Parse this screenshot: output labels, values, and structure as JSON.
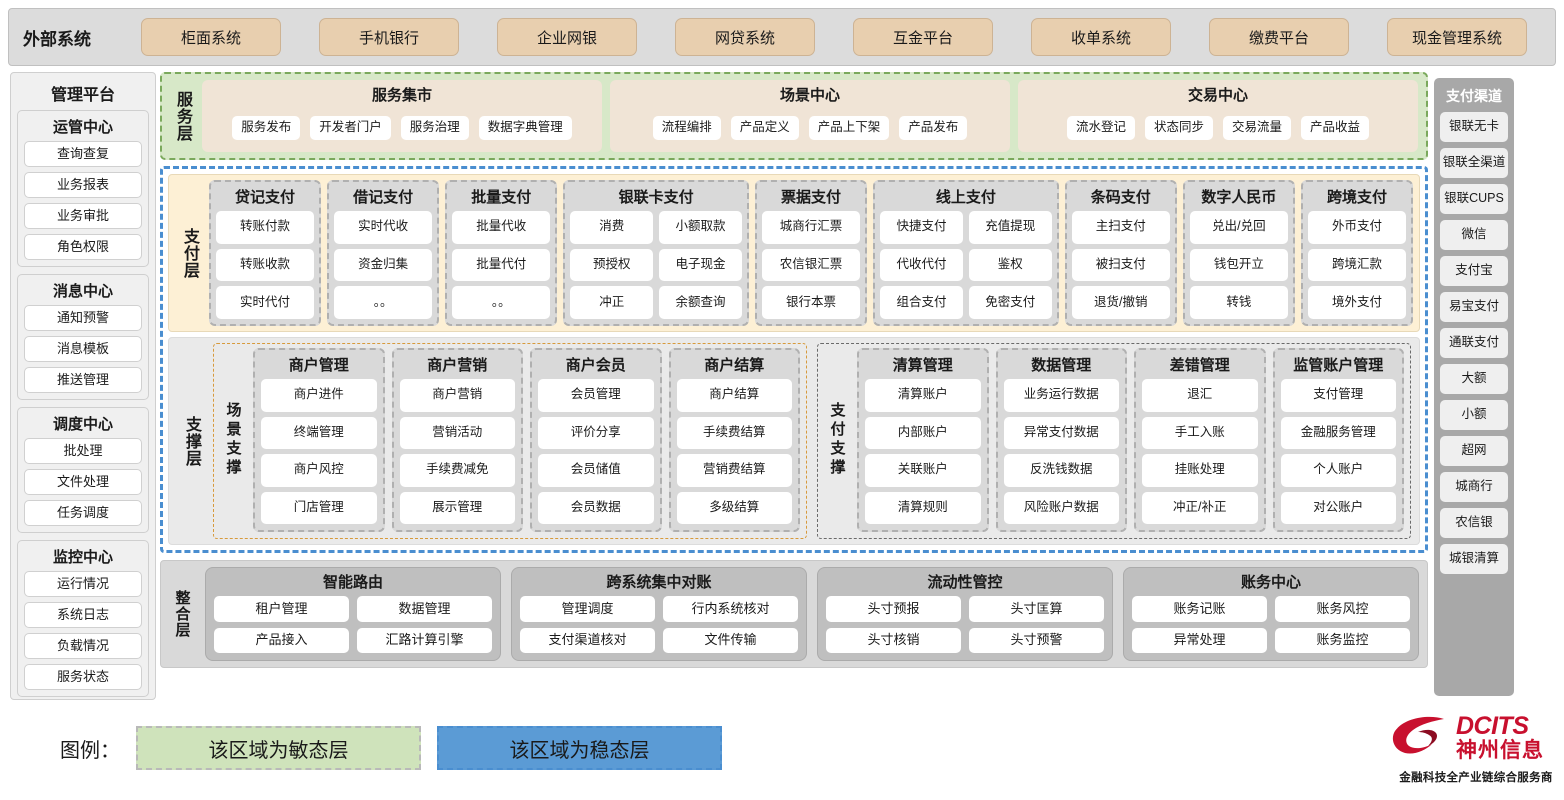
{
  "external": {
    "title": "外部系统",
    "items": [
      "柜面系统",
      "手机银行",
      "企业网银",
      "网贷系统",
      "互金平台",
      "收单系统",
      "缴费平台",
      "现金管理系统"
    ]
  },
  "left_panel": {
    "title": "管理平台",
    "groups": [
      {
        "title": "运管中心",
        "items": [
          "查询查复",
          "业务报表",
          "业务审批",
          "角色权限"
        ]
      },
      {
        "title": "消息中心",
        "items": [
          "通知预警",
          "消息模板",
          "推送管理"
        ]
      },
      {
        "title": "调度中心",
        "items": [
          "批处理",
          "文件处理",
          "任务调度"
        ]
      },
      {
        "title": "监控中心",
        "items": [
          "运行情况",
          "系统日志",
          "负载情况",
          "服务状态"
        ]
      }
    ]
  },
  "right_panel": {
    "title": "支付渠道",
    "items": [
      "银联无卡",
      "银联全渠道",
      "银联CUPS",
      "微信",
      "支付宝",
      "易宝支付",
      "通联支付",
      "大额",
      "小额",
      "超网",
      "城商行",
      "农信银",
      "城银清算"
    ]
  },
  "service_layer": {
    "label": "服务层",
    "groups": [
      {
        "title": "服务集市",
        "items": [
          "服务发布",
          "开发者门户",
          "服务治理",
          "数据字典管理"
        ]
      },
      {
        "title": "场景中心",
        "items": [
          "流程编排",
          "产品定义",
          "产品上下架",
          "产品发布"
        ]
      },
      {
        "title": "交易中心",
        "items": [
          "流水登记",
          "状态同步",
          "交易流量",
          "产品收益"
        ]
      }
    ]
  },
  "payment_layer": {
    "label": "支付层",
    "groups": [
      {
        "title": "贷记支付",
        "cols": 1,
        "rows": [
          [
            "转账付款"
          ],
          [
            "转账收款"
          ],
          [
            "实时代付"
          ]
        ]
      },
      {
        "title": "借记支付",
        "cols": 1,
        "rows": [
          [
            "实时代收"
          ],
          [
            "资金归集"
          ],
          [
            "。。"
          ]
        ]
      },
      {
        "title": "批量支付",
        "cols": 1,
        "rows": [
          [
            "批量代收"
          ],
          [
            "批量代付"
          ],
          [
            "。。"
          ]
        ]
      },
      {
        "title": "银联卡支付",
        "cols": 2,
        "rows": [
          [
            "消费",
            "小额取款"
          ],
          [
            "预授权",
            "电子现金"
          ],
          [
            "冲正",
            "余额查询"
          ]
        ]
      },
      {
        "title": "票据支付",
        "cols": 1,
        "rows": [
          [
            "城商行汇票"
          ],
          [
            "农信银汇票"
          ],
          [
            "银行本票"
          ]
        ]
      },
      {
        "title": "线上支付",
        "cols": 2,
        "rows": [
          [
            "快捷支付",
            "充值提现"
          ],
          [
            "代收代付",
            "鉴权"
          ],
          [
            "组合支付",
            "免密支付"
          ]
        ]
      },
      {
        "title": "条码支付",
        "cols": 1,
        "rows": [
          [
            "主扫支付"
          ],
          [
            "被扫支付"
          ],
          [
            "退货/撤销"
          ]
        ]
      },
      {
        "title": "数字人民币",
        "cols": 1,
        "rows": [
          [
            "兑出/兑回"
          ],
          [
            "钱包开立"
          ],
          [
            "转钱"
          ]
        ]
      },
      {
        "title": "跨境支付",
        "cols": 1,
        "rows": [
          [
            "外币支付"
          ],
          [
            "跨境汇款"
          ],
          [
            "境外支付"
          ]
        ]
      }
    ]
  },
  "support_layer": {
    "label": "支撑层",
    "zones": [
      {
        "label": "场景支撑",
        "groups": [
          {
            "title": "商户管理",
            "items": [
              "商户进件",
              "终端管理",
              "商户风控",
              "门店管理"
            ]
          },
          {
            "title": "商户营销",
            "items": [
              "商户营销",
              "营销活动",
              "手续费减免",
              "展示管理"
            ]
          },
          {
            "title": "商户会员",
            "items": [
              "会员管理",
              "评价分享",
              "会员储值",
              "会员数据"
            ]
          },
          {
            "title": "商户结算",
            "items": [
              "商户结算",
              "手续费结算",
              "营销费结算",
              "多级结算"
            ]
          }
        ]
      },
      {
        "label": "支付支撑",
        "groups": [
          {
            "title": "清算管理",
            "items": [
              "清算账户",
              "内部账户",
              "关联账户",
              "清算规则"
            ]
          },
          {
            "title": "数据管理",
            "items": [
              "业务运行数据",
              "异常支付数据",
              "反洗钱数据",
              "风险账户数据"
            ]
          },
          {
            "title": "差错管理",
            "items": [
              "退汇",
              "手工入账",
              "挂账处理",
              "冲正/补正"
            ]
          },
          {
            "title": "监管账户管理",
            "items": [
              "支付管理",
              "金融服务管理",
              "个人账户",
              "对公账户"
            ]
          }
        ]
      }
    ]
  },
  "integration_layer": {
    "label": "整合层",
    "groups": [
      {
        "title": "智能路由",
        "rows": [
          [
            "租户管理",
            "数据管理"
          ],
          [
            "产品接入",
            "汇路计算引擎"
          ]
        ]
      },
      {
        "title": "跨系统集中对账",
        "rows": [
          [
            "管理调度",
            "行内系统核对"
          ],
          [
            "支付渠道核对",
            "文件传输"
          ]
        ]
      },
      {
        "title": "流动性管控",
        "rows": [
          [
            "头寸预报",
            "头寸匡算"
          ],
          [
            "头寸核销",
            "头寸预警"
          ]
        ]
      },
      {
        "title": "账务中心",
        "rows": [
          [
            "账务记账",
            "账务风控"
          ],
          [
            "异常处理",
            "账务监控"
          ]
        ]
      }
    ]
  },
  "legend": {
    "label": "图例：",
    "agile": "该区域为敏态层",
    "stable": "该区域为稳态层",
    "agile_color": "#cfe3bb",
    "stable_color": "#5b9bd5"
  },
  "logo": {
    "brand": "DCITS",
    "brand_cn": "神州信息",
    "tagline": "金融科技全产业链综合服务商",
    "color": "#c8102e"
  }
}
